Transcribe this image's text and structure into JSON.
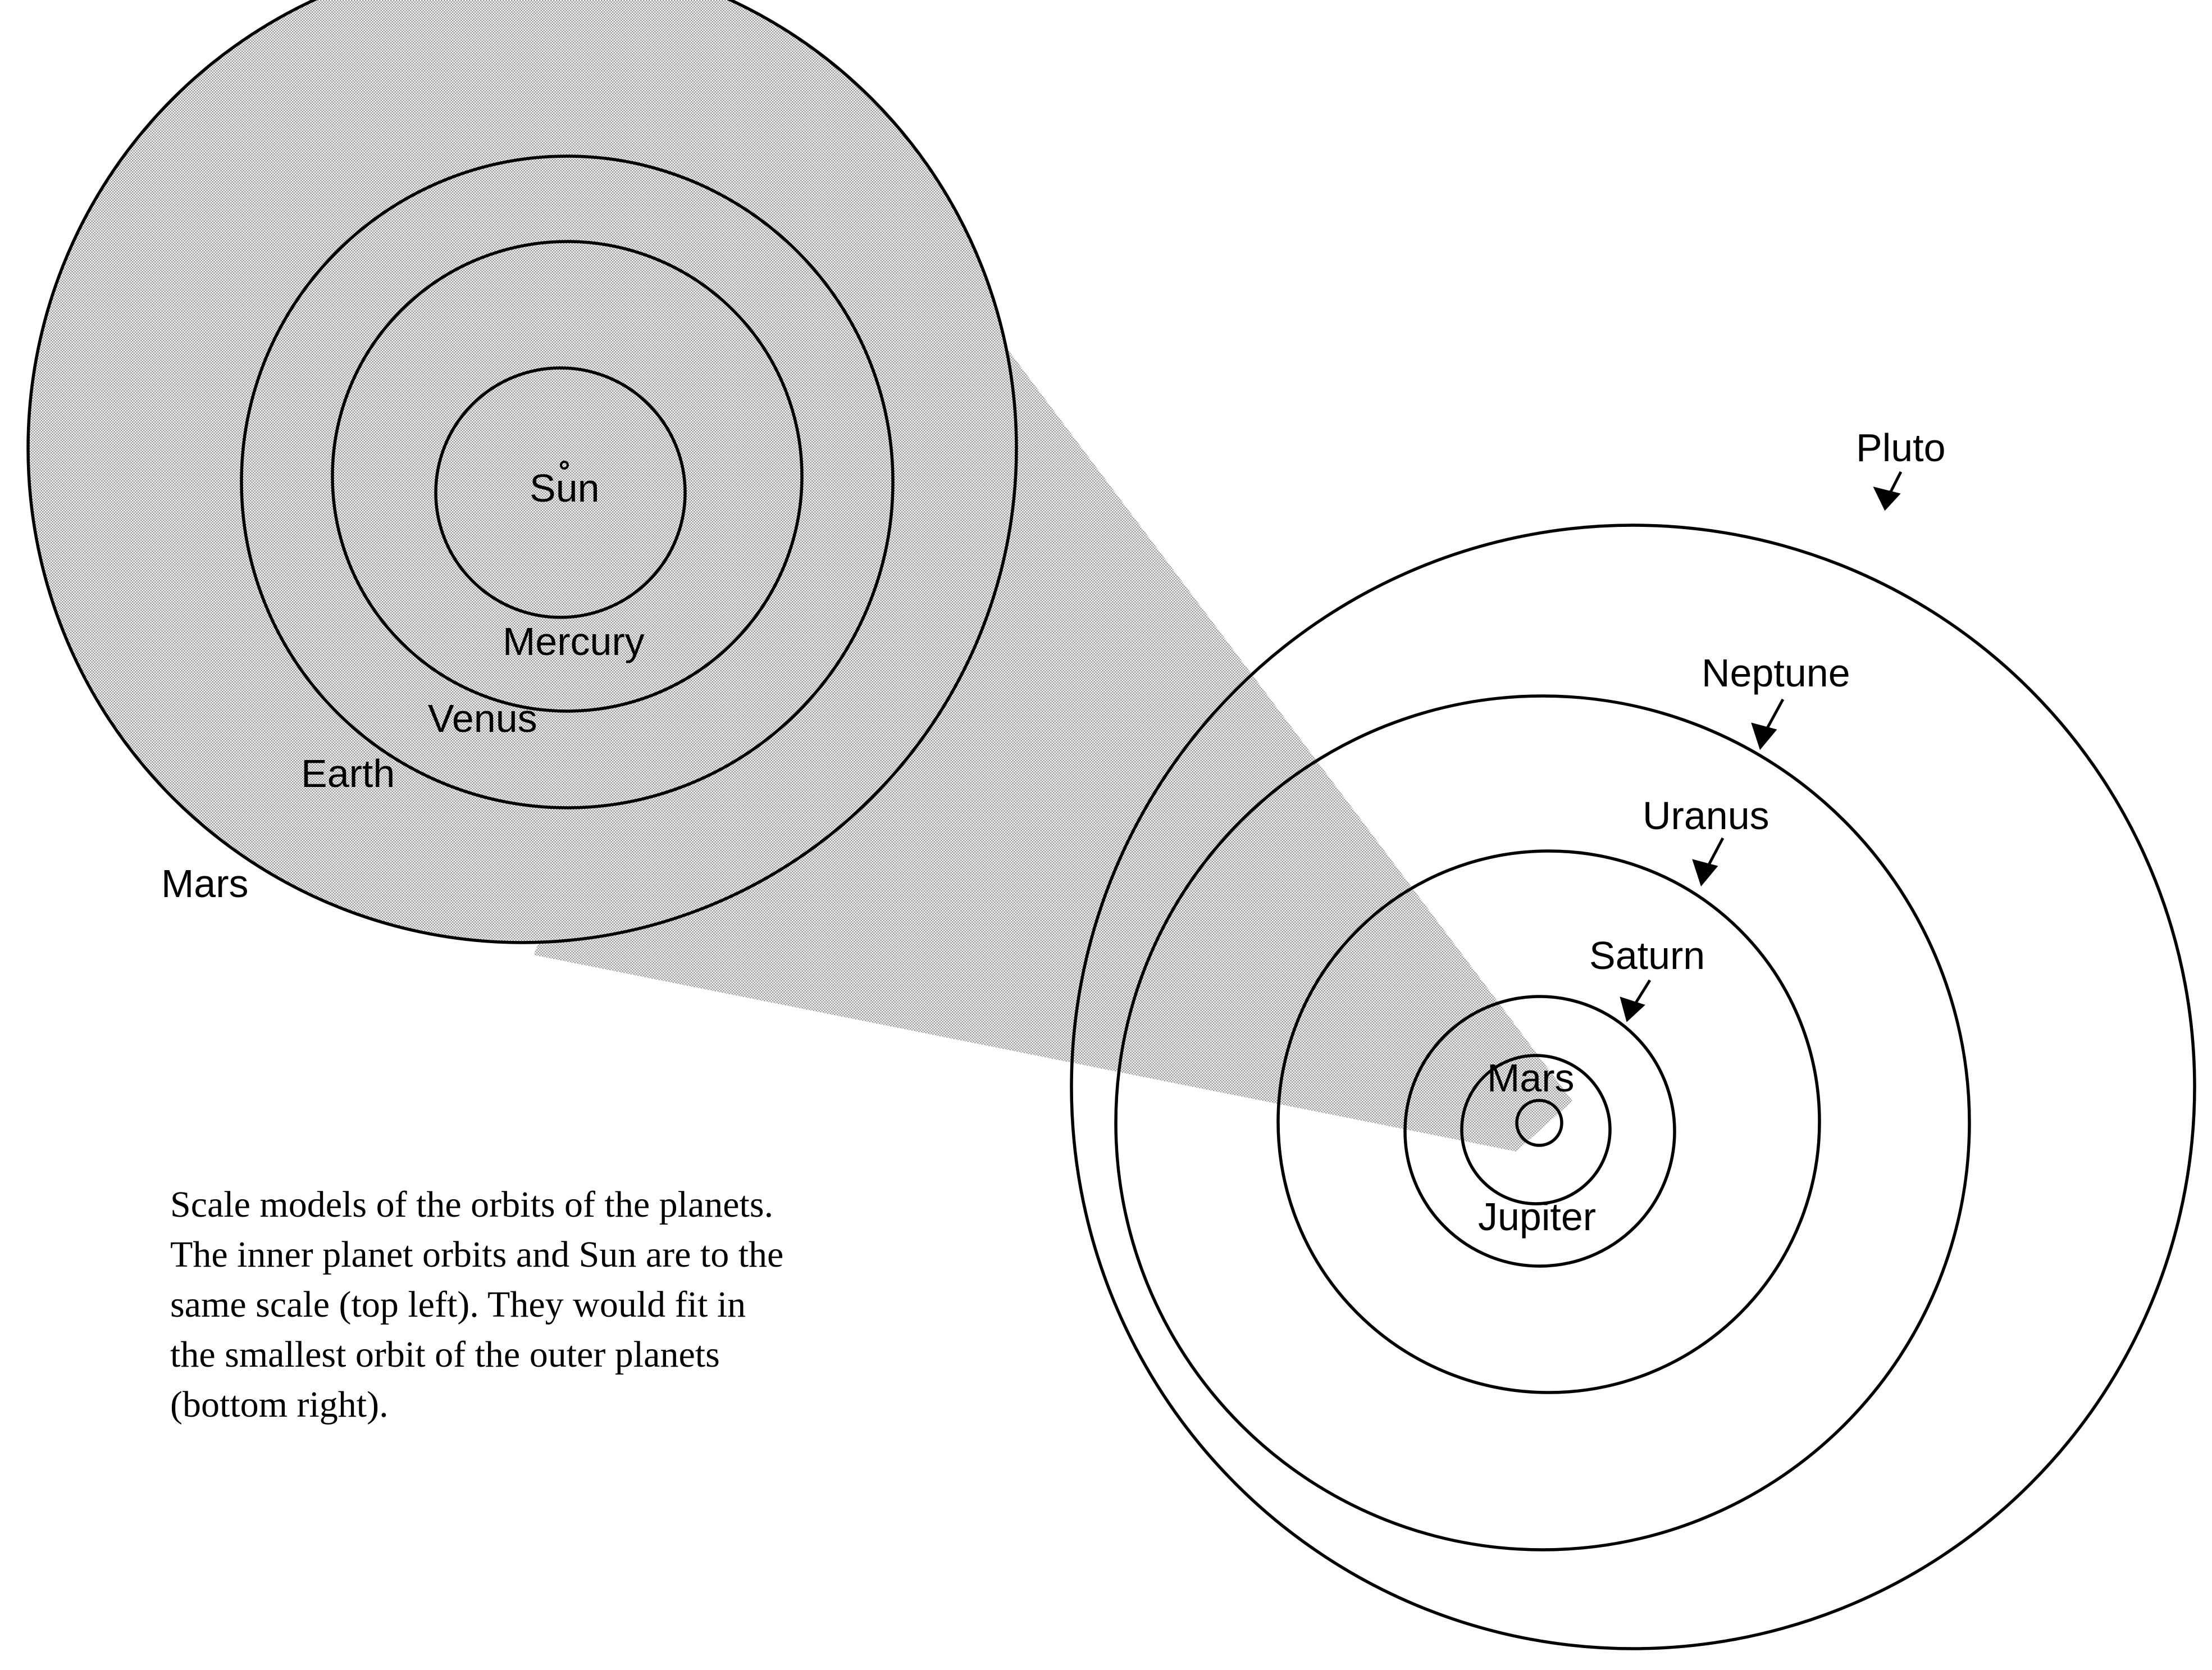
{
  "inner_system": {
    "labels": {
      "sun": "Sun",
      "mercury": "Mercury",
      "venus": "Venus",
      "earth": "Earth",
      "mars": "Mars"
    }
  },
  "outer_system": {
    "labels": {
      "mars": "Mars",
      "jupiter": "Jupiter",
      "saturn": "Saturn",
      "uranus": "Uranus",
      "neptune": "Neptune",
      "pluto": "Pluto"
    }
  },
  "caption": {
    "lines": [
      "Scale models of the orbits of the planets.",
      "The inner planet orbits and Sun are to the",
      "same scale (top left). They would fit in",
      "the smallest orbit of the outer planets",
      "(bottom right)."
    ]
  },
  "colors": {
    "stroke": "#000000",
    "shading": "#cfcfcf",
    "background": "#ffffff"
  }
}
